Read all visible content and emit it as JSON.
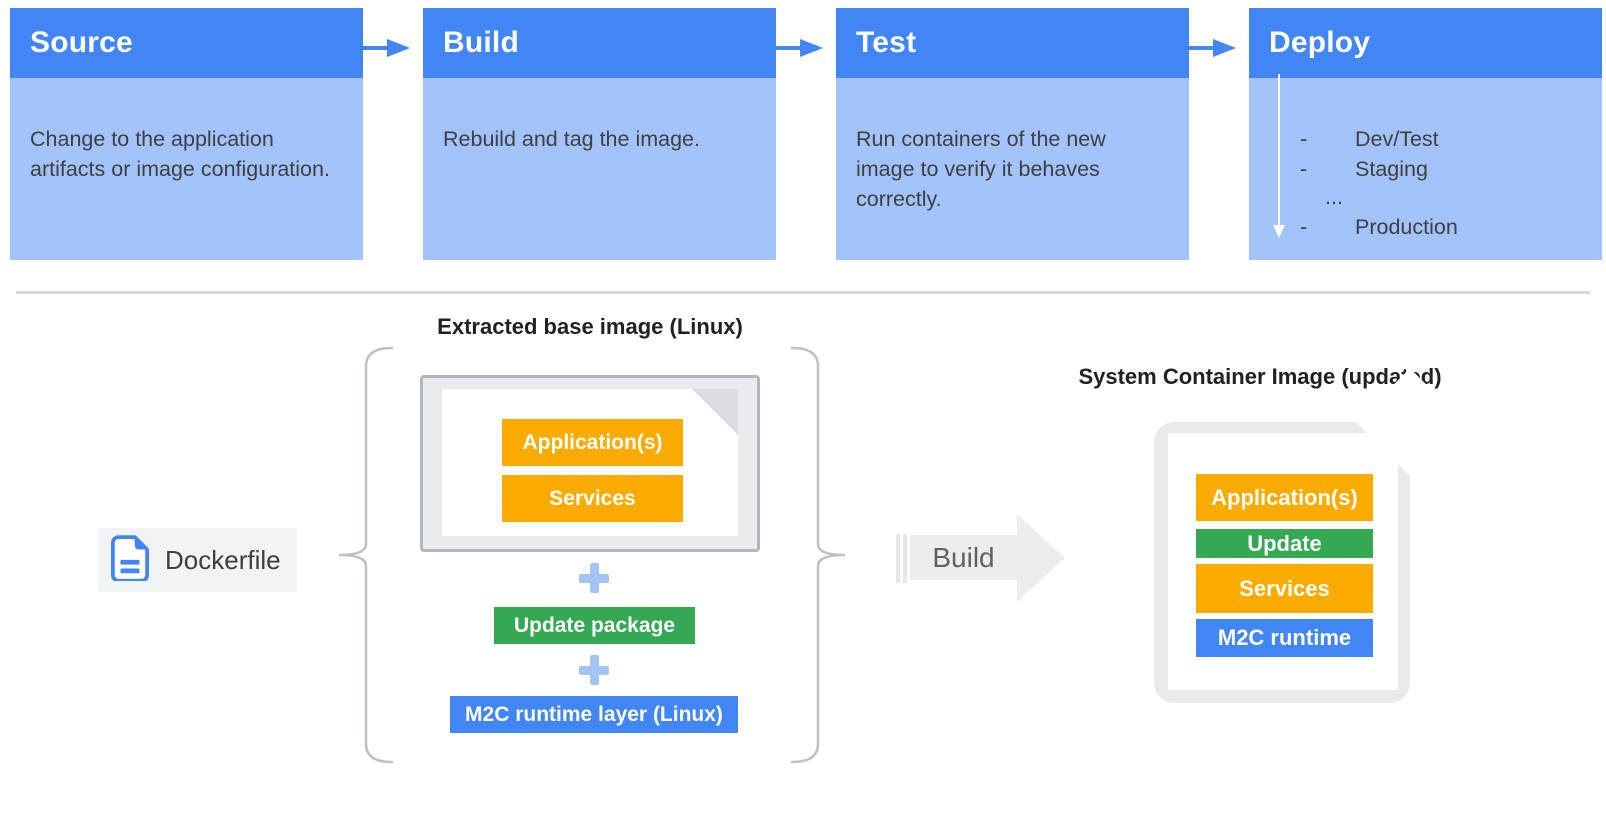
{
  "pipeline": {
    "stages": [
      {
        "title": "Source",
        "description": "Change to the application artifacts or image configuration."
      },
      {
        "title": "Build",
        "description": "Rebuild and tag the image."
      },
      {
        "title": "Test",
        "description": "Run containers of the new image to verify it behaves correctly."
      },
      {
        "title": "Deploy"
      }
    ],
    "deploy_rows": [
      {
        "dash": "-",
        "label": "Dev/Test"
      },
      {
        "dash": "-",
        "label": "Staging"
      },
      {
        "dash": "",
        "label": "..."
      },
      {
        "dash": "-",
        "label": "Production"
      }
    ]
  },
  "build_flow": {
    "dockerfile_label": "Dockerfile",
    "extracted_title": "Extracted base image (Linux)",
    "base_image_layers": {
      "applications": "Application(s)",
      "services": "Services"
    },
    "update_package_label": "Update package",
    "runtime_layer_label": "M2C runtime layer (Linux)",
    "build_arrow_label": "Build",
    "system_title": "System Container Image (updated)",
    "system_layers": {
      "applications": "Application(s)",
      "update": "Update",
      "services": "Services",
      "runtime": "M2C runtime"
    }
  },
  "colors": {
    "header_blue": "#4285f4",
    "body_blue": "#a4c3fa",
    "layer_yellow": "#f9ab00",
    "layer_green": "#34a853",
    "layer_blue": "#4285f4",
    "plus_blue": "#a3c3f9",
    "doc_gray": "#e8eaed",
    "text_dark": "#3c4043"
  }
}
